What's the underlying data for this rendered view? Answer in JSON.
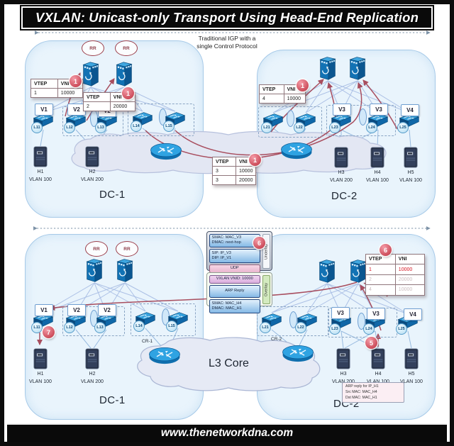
{
  "title": "VXLAN: Unicast-only Transport Using Head-End Replication",
  "footer": "www.thenetworkdna.com",
  "top": {
    "note1": "Traditional IGP with a",
    "note2": "single Control Protocol",
    "dc1": {
      "label": "DC-1",
      "rr": [
        "RR",
        "RR"
      ],
      "leaves": [
        {
          "id": "L11",
          "v": "V1"
        },
        {
          "id": "L12",
          "v": "V2"
        },
        {
          "id": "L13",
          "v": "V2"
        },
        {
          "id": "L14"
        },
        {
          "id": "L15"
        }
      ],
      "hosts": [
        {
          "id": "H1",
          "vlan": "VLAN 100"
        },
        {
          "id": "H2",
          "vlan": "VLAN 200"
        }
      ]
    },
    "dc2": {
      "label": "DC-2",
      "leaves": [
        {
          "id": "L21"
        },
        {
          "id": "L22"
        },
        {
          "id": "L23",
          "v": "V3"
        },
        {
          "id": "L24",
          "v": "V3"
        },
        {
          "id": "L25",
          "v": "V4"
        }
      ],
      "hosts": [
        {
          "id": "H3",
          "vlan": "VLAN 200"
        },
        {
          "id": "H4",
          "vlan": "VLAN 100"
        },
        {
          "id": "H5",
          "vlan": "VLAN 100"
        }
      ]
    },
    "table1": {
      "badge": "1",
      "h1": "VTEP",
      "h2": "VNI",
      "rows": [
        [
          "1",
          "10000"
        ]
      ]
    },
    "table2": {
      "badge": "1",
      "h1": "VTEP",
      "h2": "VNI",
      "rows": [
        [
          "2",
          "20000"
        ]
      ]
    },
    "table3": {
      "badge": "1",
      "h1": "VTEP",
      "h2": "VNI",
      "rows": [
        [
          "3",
          "10000"
        ],
        [
          "3",
          "20000"
        ]
      ]
    },
    "table4": {
      "badge": "1",
      "h1": "VTEP",
      "h2": "VNI",
      "rows": [
        [
          "4",
          "10000"
        ]
      ]
    }
  },
  "bottom": {
    "dc1": {
      "label": "DC-1",
      "rr": [
        "RR",
        "RR"
      ],
      "badge": "7",
      "leaves": [
        {
          "id": "L11",
          "v": "V1"
        },
        {
          "id": "L12",
          "v": "V2"
        },
        {
          "id": "L13",
          "v": "V2"
        },
        {
          "id": "L14"
        },
        {
          "id": "L15"
        }
      ],
      "hosts": [
        {
          "id": "H1",
          "vlan": "VLAN 100"
        },
        {
          "id": "H2",
          "vlan": "VLAN 200"
        }
      ]
    },
    "dc2": {
      "label": "DC-2",
      "badge": "5",
      "leaves": [
        {
          "id": "L21"
        },
        {
          "id": "L22"
        },
        {
          "id": "L23",
          "v": "V3"
        },
        {
          "id": "L24",
          "v": "V3"
        },
        {
          "id": "L25",
          "v": "V4"
        }
      ],
      "hosts": [
        {
          "id": "H3",
          "vlan": "VLAN 200"
        },
        {
          "id": "H4",
          "vlan": "VLAN 100"
        },
        {
          "id": "H5",
          "vlan": "VLAN 100"
        }
      ]
    },
    "cr1": "CR-1",
    "cr2": "CR-2",
    "core_label": "L3 Core",
    "stack": {
      "badge": "6",
      "underlay_label": "Underlay",
      "overlay_label": "Overlay",
      "u1a": "SMAC: MAC_V3",
      "u1b": "DMAC: next-hop",
      "u2a": "SIP: IP_V3",
      "u2b": "DIP: IP_V1",
      "u3": "UDP",
      "o1": "VXLAN VNID: 10000",
      "o2": "ARP Reply",
      "o3a": "SMAC: MAC_H4",
      "o3b": "DMAC: MAC_H1"
    },
    "vtable": {
      "badge": "6",
      "h1": "VTEP",
      "h2": "VNI",
      "rows": [
        [
          "1",
          "10000"
        ],
        [
          "2",
          "20000"
        ],
        [
          "4",
          "10000"
        ]
      ]
    },
    "arp": {
      "l1": "ARP reply for IP_H1",
      "l2": "Src MAC: MAC_H4",
      "l3": "Dst MAC: MAC_H1"
    }
  }
}
